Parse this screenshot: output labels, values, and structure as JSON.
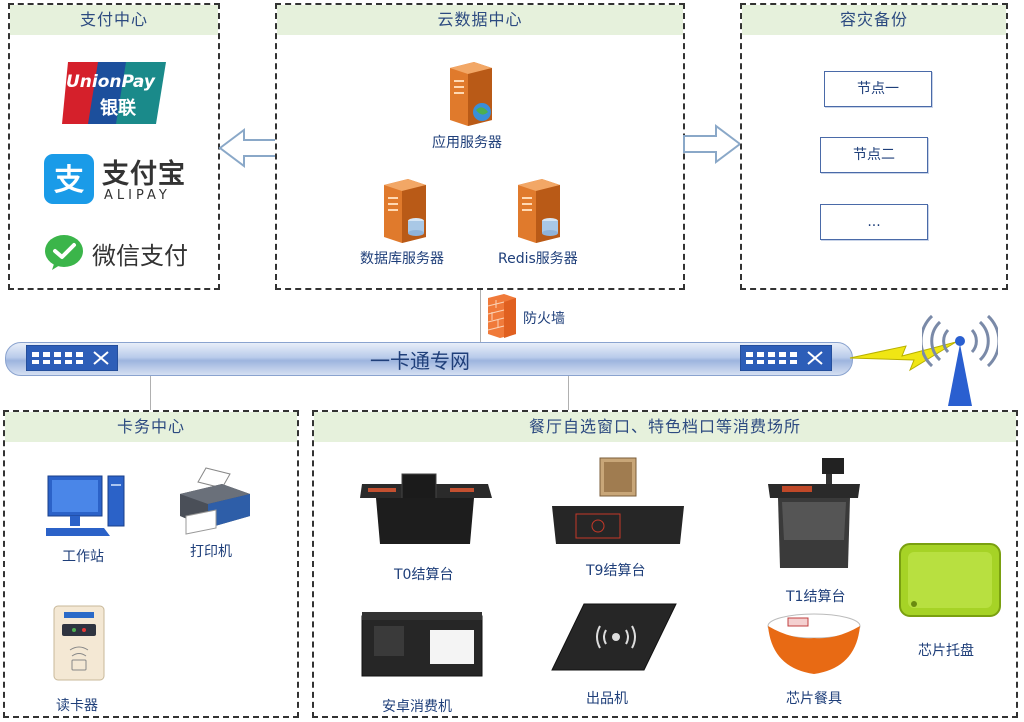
{
  "payment_center": {
    "title": "支付中心",
    "unionpay": {
      "line1": "UnionPay",
      "line2": "银联"
    },
    "alipay": {
      "name": "支付宝",
      "latin": "ALIPAY"
    },
    "wechat": {
      "name": "微信支付"
    }
  },
  "cloud_center": {
    "title": "云数据中心",
    "app_server": "应用服务器",
    "db_server": "数据库服务器",
    "redis_server": "Redis服务器"
  },
  "disaster_backup": {
    "title": "容灾备份",
    "nodes": [
      "节点一",
      "节点二",
      "..."
    ]
  },
  "network": {
    "firewall": "防火墙",
    "backbone": "一卡通专网"
  },
  "card_center": {
    "title": "卡务中心",
    "workstation": "工作站",
    "printer": "打印机",
    "card_reader": "读卡器"
  },
  "consumption": {
    "title": "餐厅自选窗口、特色档口等消费场所",
    "devices": {
      "t0": "T0结算台",
      "t9": "T9结算台",
      "t1": "T1结算台",
      "chip_tray": "芯片托盘",
      "android_pos": "安卓消费机",
      "dispenser": "出品机",
      "chip_bowl": "芯片餐具"
    }
  },
  "colors": {
    "title_bg": "#e6f1dc",
    "text": "#1f3f7a",
    "backbone": "#c8d6ee",
    "server_orange": "#e8782a",
    "lightning": "#f0e614",
    "tower_blue": "#2a5fd0"
  }
}
